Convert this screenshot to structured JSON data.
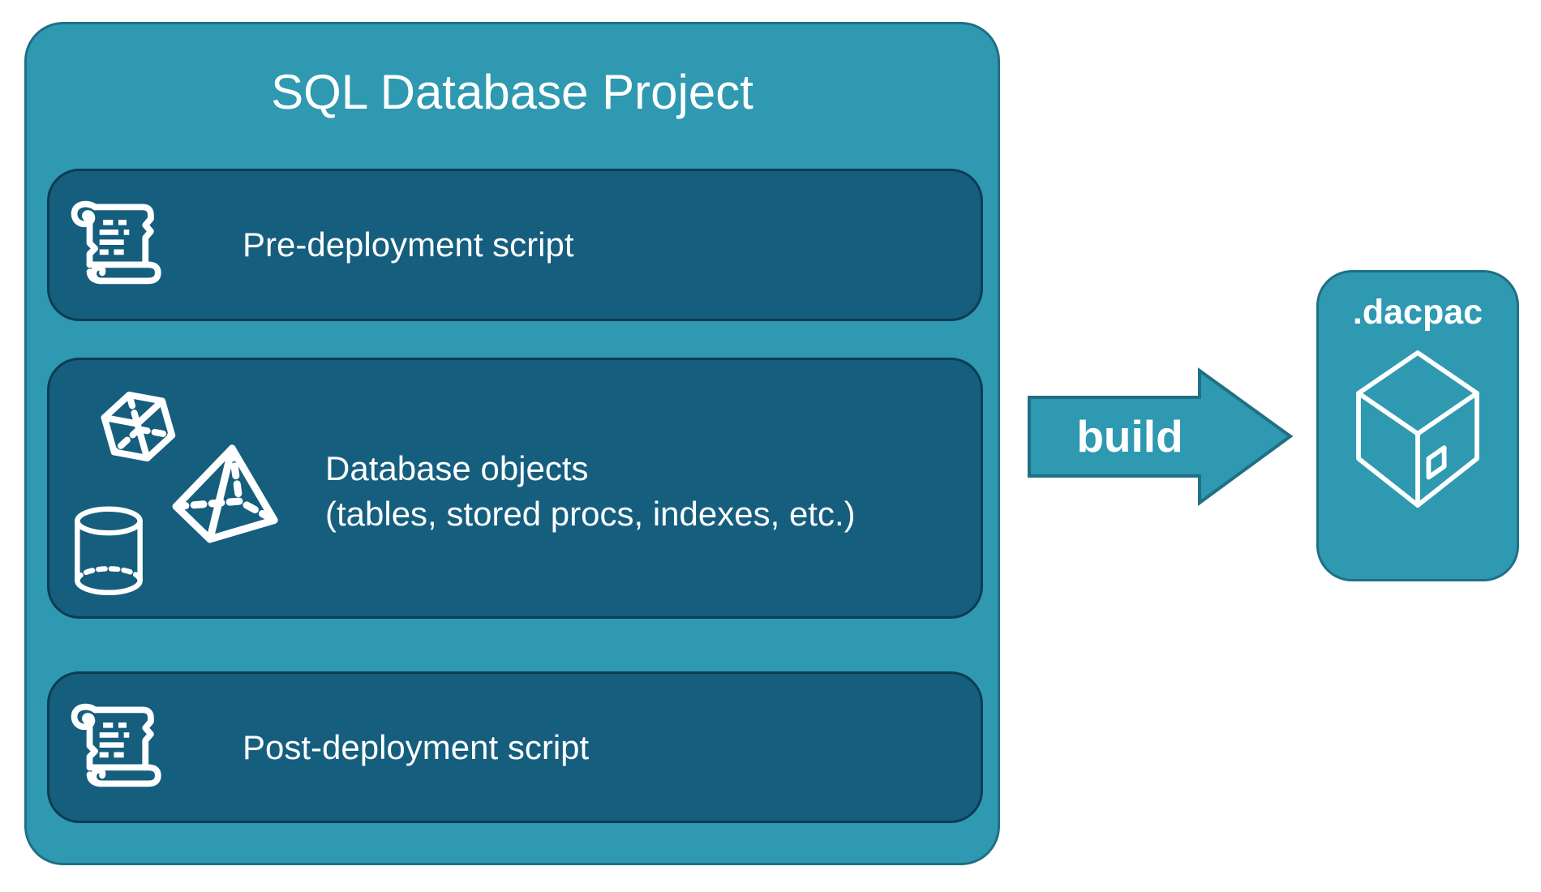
{
  "project": {
    "title": "SQL Database Project",
    "boxes": {
      "pre": {
        "label": "Pre-deployment script",
        "icon": "scroll-icon"
      },
      "objects": {
        "label": "Database objects",
        "sublabel": "(tables, stored procs, indexes, etc.)",
        "icons": [
          "cube-icon",
          "pyramid-icon",
          "cylinder-icon"
        ]
      },
      "post": {
        "label": "Post-deployment script",
        "icon": "scroll-icon"
      }
    }
  },
  "flow": {
    "arrow_label": "build"
  },
  "artifact": {
    "label": ".dacpac",
    "icon": "package-icon"
  },
  "colors": {
    "background": "#ffffff",
    "container_fill": "#2E99B1",
    "container_border": "#1F6F85",
    "inner_box_fill": "#155E7E",
    "inner_box_border": "#0D3B52",
    "text": "#ffffff"
  }
}
